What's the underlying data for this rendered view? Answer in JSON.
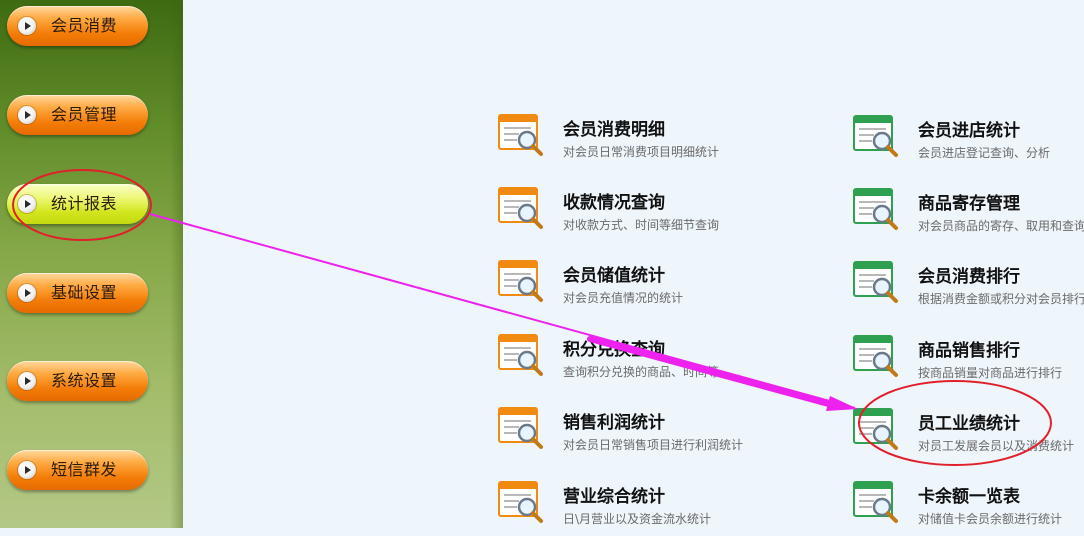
{
  "sidebar": {
    "items": [
      {
        "label": "会员消费"
      },
      {
        "label": "会员管理"
      },
      {
        "label": "统计报表",
        "active": true
      },
      {
        "label": "基础设置"
      },
      {
        "label": "系统设置"
      },
      {
        "label": "短信群发"
      }
    ]
  },
  "reports": {
    "left": [
      {
        "title": "会员消费明细",
        "desc": "对会员日常消费项目明细统计"
      },
      {
        "title": "收款情况查询",
        "desc": "对收款方式、时间等细节查询"
      },
      {
        "title": "会员储值统计",
        "desc": "对会员充值情况的统计"
      },
      {
        "title": "积分兑换查询",
        "desc": "查询积分兑换的商品、时间等"
      },
      {
        "title": "销售利润统计",
        "desc": "对会员日常销售项目进行利润统计"
      },
      {
        "title": "营业综合统计",
        "desc": "日\\月营业以及资金流水统计"
      }
    ],
    "right": [
      {
        "title": "会员进店统计",
        "desc": "会员进店登记查询、分析"
      },
      {
        "title": "商品寄存管理",
        "desc": "对会员商品的寄存、取用和查询"
      },
      {
        "title": "会员消费排行",
        "desc": "根据消费金额或积分对会员排行"
      },
      {
        "title": "商品销售排行",
        "desc": "按商品销量对商品进行排行"
      },
      {
        "title": "员工业绩统计",
        "desc": "对员工发展会员以及消费统计"
      },
      {
        "title": "卡余额一览表",
        "desc": "对储值卡会员余额进行统计"
      }
    ]
  },
  "colors": {
    "annotation_red": "#e0202a",
    "annotation_arrow": "#ee22ee",
    "icon_orange": "#f08a10",
    "icon_green": "#2ea050"
  },
  "icons": {
    "left_items": "report-orange-magnifier-icon",
    "right_items": "report-green-magnifier-icon"
  }
}
